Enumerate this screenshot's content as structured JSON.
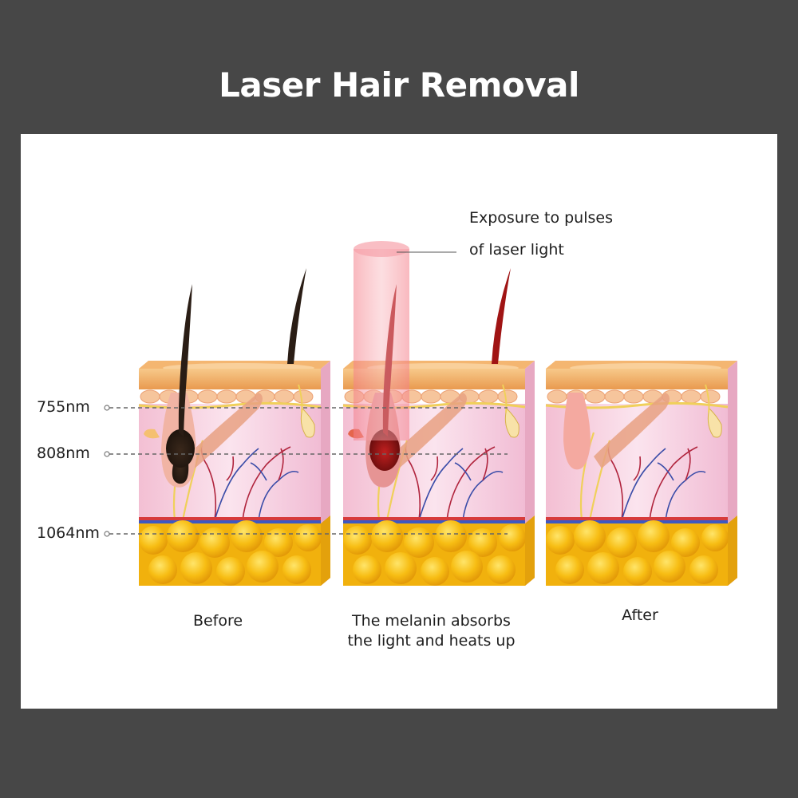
{
  "title": "Laser Hair Removal",
  "wavelengths": [
    "755nm",
    "808nm",
    "1064nm"
  ],
  "callout": {
    "line1": "Exposure to pulses",
    "line2": "of laser light"
  },
  "stages": [
    {
      "caption": "Before"
    },
    {
      "caption": "The melanin absorbs the light and heats up"
    },
    {
      "caption": "After"
    }
  ],
  "colors": {
    "background": "#474747",
    "panel": "#ffffff",
    "fat": "#f6b80f",
    "dermis": "#f6cde0",
    "epidermis_top": "#f2b45f",
    "hair_before": "#2a1d15",
    "hair_heated": "#a01414",
    "laser_beam": "#f59aa0"
  },
  "icons": [
    "hair-follicle-icon",
    "laser-beam-icon",
    "sebaceous-gland-icon"
  ]
}
